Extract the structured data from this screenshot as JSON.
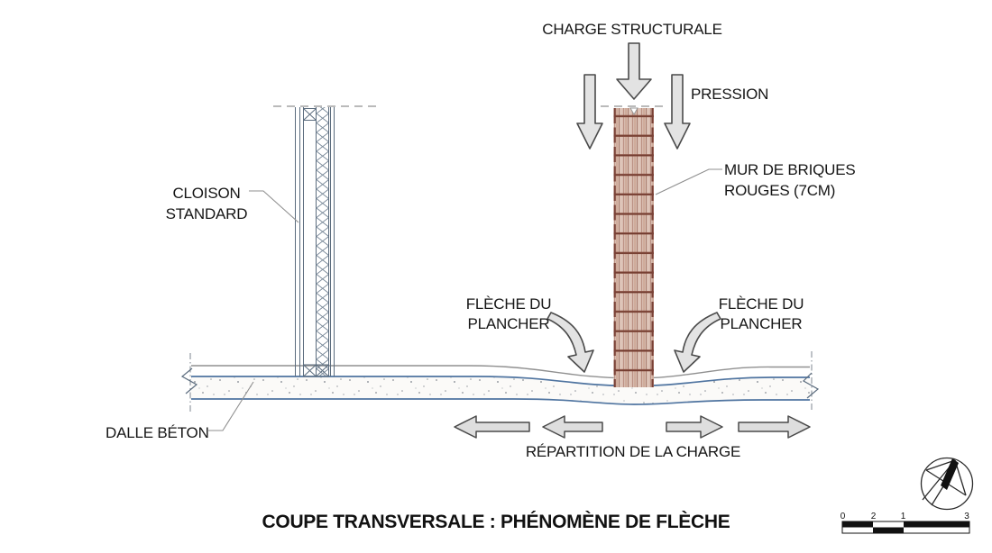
{
  "title": "COUPE TRANSVERSALE : PHÉNOMÈNE DE FLÈCHE",
  "labels": {
    "charge_structurale": "CHARGE STRUCTURALE",
    "pression": "PRESSION",
    "mur_briques": "MUR DE BRIQUES\nROUGES (7CM)",
    "cloison_standard": "CLOISON\nSTANDARD",
    "fleche_plancher": "FLÈCHE DU\nPLANCHER",
    "dalle_beton": "DALLE BÉTON",
    "repartition_charge": "RÉPARTITION DE LA CHARGE"
  },
  "scale_bar": {
    "ticks": [
      "0",
      "2",
      "1",
      "3"
    ]
  },
  "icons": {
    "north_arrow": "compass-north-arrow",
    "load_arrows": "block-arrow-down",
    "deflection_arrows": "curved-arrow-down",
    "distribution_arrows": "block-arrow-horizontal"
  },
  "colors": {
    "brick_fill": "#d9beb2",
    "brick_line": "#7a4136",
    "slab_line_blue": "#4f74a0",
    "floor_line_gray": "#909090",
    "partition_line": "#5b6c7e",
    "arrow_fill": "#e3e3e3",
    "arrow_stroke": "#4a4a4a",
    "text": "#161616"
  }
}
